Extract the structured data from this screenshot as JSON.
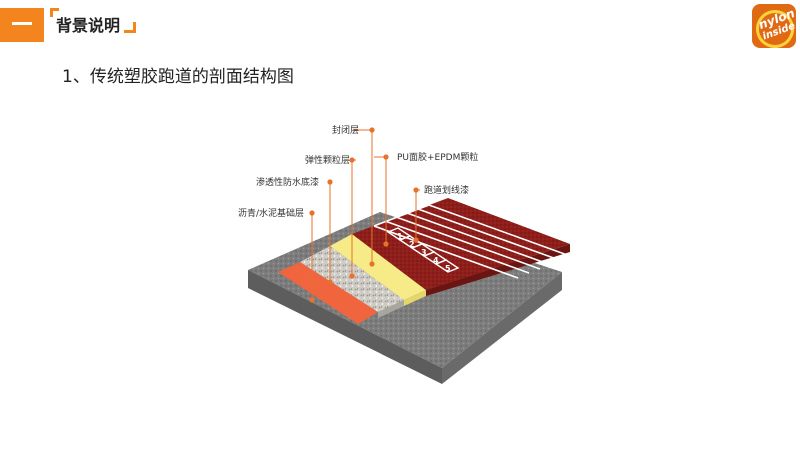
{
  "header": {
    "section_number": "一",
    "section_title": "背景说明"
  },
  "logo": {
    "line1": "nylon",
    "line2": "inside",
    "icon": "nylon-inside-logo"
  },
  "slide_title": "1、传统塑胶跑道的剖面结构图",
  "diagram": {
    "labels": {
      "sealing_layer": "封闭层",
      "pu_epdm_layer": "PU面胶+EPDM颗粒",
      "elastic_granule_layer": "弹性颗粒层",
      "track_lines": "跑道划线漆",
      "waterproof_primer": "渗透性防水底漆",
      "base_layer": "沥青/水泥基础层"
    },
    "lane_numbers": [
      "1",
      "2",
      "3",
      "4",
      "5"
    ],
    "colors": {
      "accent": "#f4841e",
      "leader": "#e8722a",
      "track": "#8e1e1a",
      "yellow_layer": "#f6eb86",
      "gravel_layer": "#c9c6c0",
      "orange_layer": "#f0643e",
      "concrete": "#7b7b7b"
    }
  }
}
